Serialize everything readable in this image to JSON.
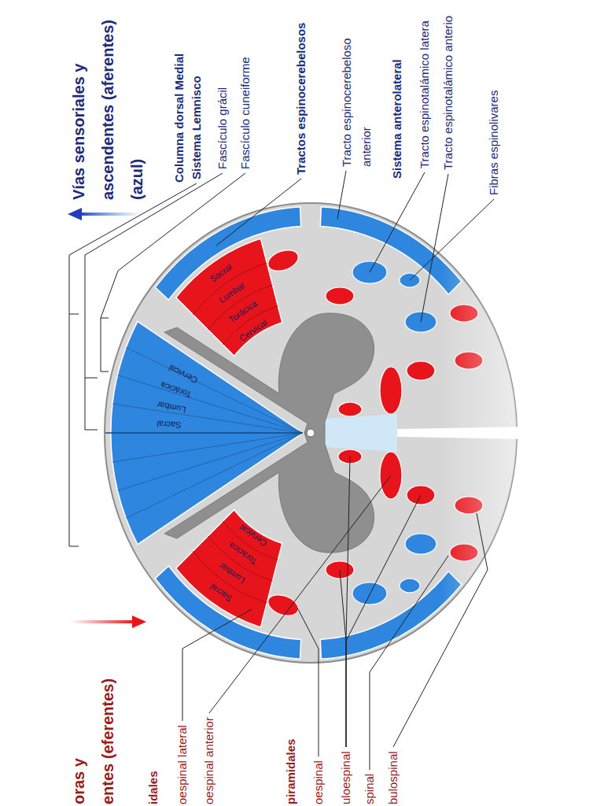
{
  "diagram": {
    "labels": [
      "Vías sensoriales y ascendentes (aferentes) (azul)",
      "Columna dorsal Medial",
      "Sistema Lemnisco",
      "Fascículo grácil",
      "Fascículo cuneiforme",
      "Tractos espinocerebelosos",
      "Tracto espinocerebeloso anterior",
      "Sistema anterolateral",
      "Tracto espinotalámico latera",
      "Tracto espinotalámico anterio",
      "Fibras espinolivares",
      "oras y",
      "entes (eferentes)",
      "idales",
      "oespinal lateral",
      "oespinal anterior",
      "piramidales",
      "oespinal",
      "uloespinal",
      "spinal",
      "bulospinal",
      "Cervical",
      "Torácica",
      "Lumbar",
      "Sacral",
      "Sacral",
      "Lumbar",
      "Torácica",
      "Cervical",
      "Sacral",
      "Lumbar",
      "Torácica",
      "Cervical"
    ]
  }
}
